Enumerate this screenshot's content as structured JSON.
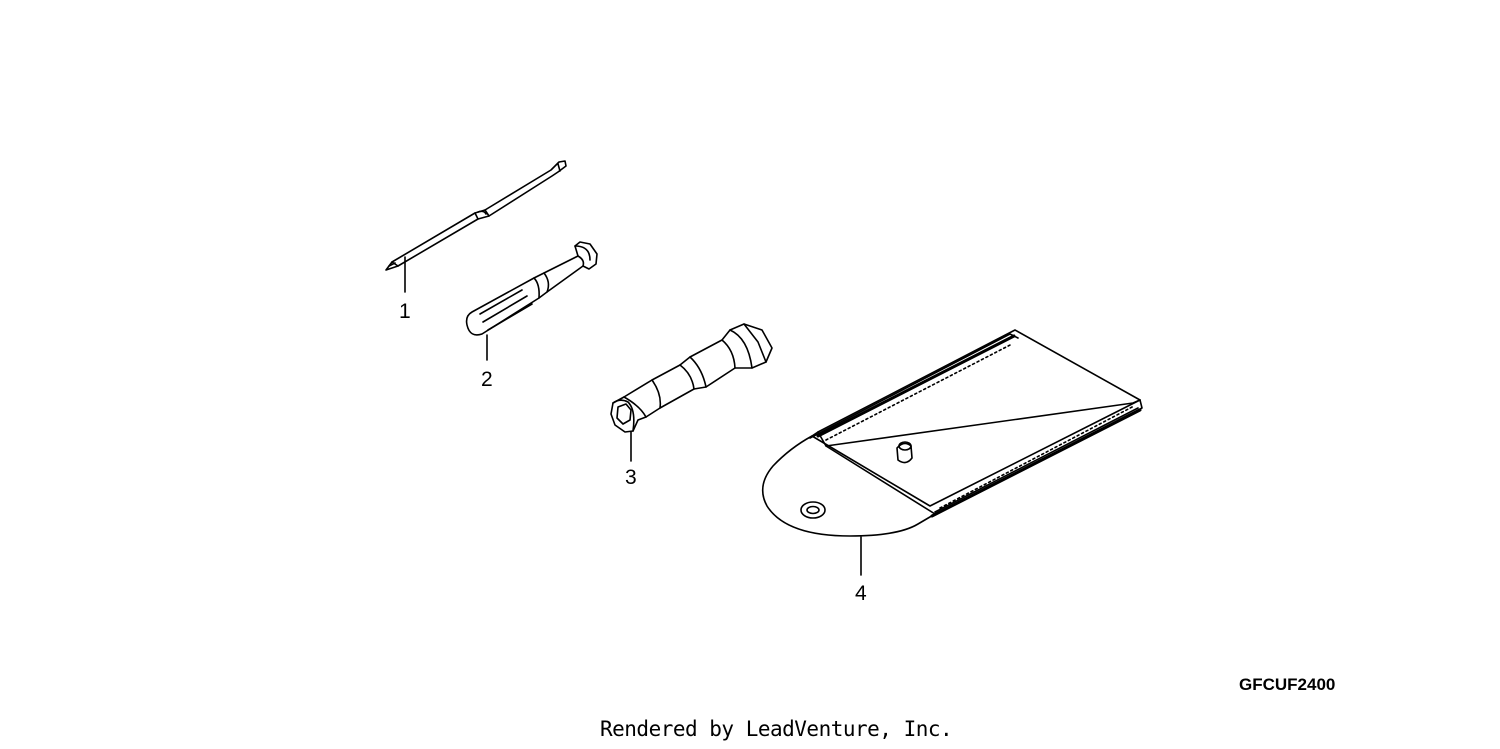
{
  "diagram": {
    "parts": [
      {
        "callout": "1",
        "icon": "screwdriver-bit-icon"
      },
      {
        "callout": "2",
        "icon": "screwdriver-handle-icon"
      },
      {
        "callout": "3",
        "icon": "plug-wrench-icon"
      },
      {
        "callout": "4",
        "icon": "tool-bag-icon"
      }
    ],
    "drawing_code": "GFCUF2400"
  },
  "footer": {
    "text": "Rendered by LeadVenture, Inc."
  }
}
